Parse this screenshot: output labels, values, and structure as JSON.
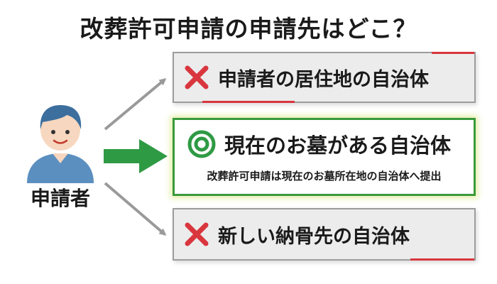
{
  "title": "改葬許可申請の申請先はどこ？",
  "applicant": {
    "label": "申請者",
    "icon": "person-icon"
  },
  "options": {
    "top": {
      "mark": "cross-icon",
      "text": "申請者の居住地の自治体"
    },
    "middle": {
      "mark": "double-circle-icon",
      "text": "現在のお墓がある自治体",
      "note": "改葬許可申請は現在のお墓所在地の自治体へ提出"
    },
    "bottom": {
      "mark": "cross-icon",
      "text": "新しい納骨先の自治体"
    }
  },
  "colors": {
    "correct": "#3a9a3a",
    "wrong": "#d9363e",
    "person": "#5b8fc0",
    "arrow_gray": "#9a9a9a"
  }
}
